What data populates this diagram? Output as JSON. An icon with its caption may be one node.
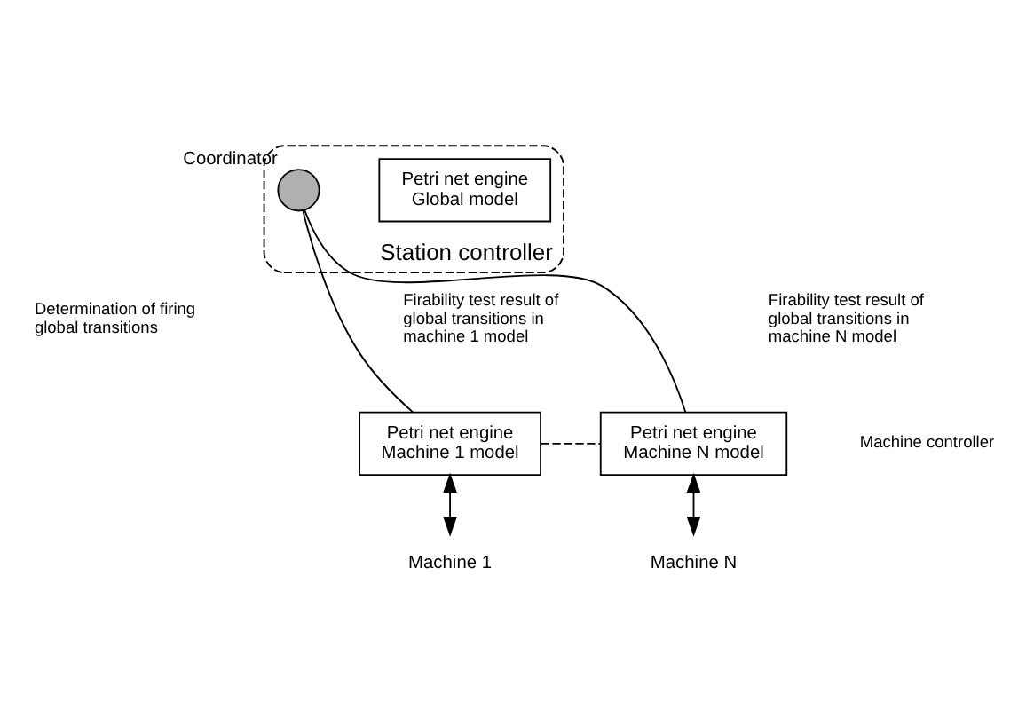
{
  "diagram": {
    "nodes": [
      {
        "text": [
          "Station controller"
        ]
      },
      {
        "text": [
          "Petri net engine",
          "Global model"
        ],
        "in": 0
      },
      {
        "text": [],
        "shape": "circle",
        "beside": [
          "Coordinator"
        ],
        "in": 0
      },
      {
        "text": [
          "Petri net engine",
          "Machine 1 model"
        ]
      },
      {
        "text": [
          "Petri net engine",
          "Machine N model"
        ]
      },
      {
        "text": [
          "Machine 1"
        ]
      },
      {
        "text": [
          "Machine N"
        ]
      }
    ],
    "edges": [
      {
        "from": 2,
        "to": 3,
        "arrow": "none"
      },
      {
        "from": 2,
        "to": 4,
        "arrow": "none"
      },
      {
        "from": 3,
        "to": 4,
        "arrow": "none",
        "style": "dashed"
      },
      {
        "from": 3,
        "to": 5,
        "arrow": "both"
      },
      {
        "from": 4,
        "to": 6,
        "arrow": "both"
      }
    ],
    "labels": [
      "Determination of firing global transitions",
      "Firability test result of global transitions in machine 1 model",
      "Firability test result of global transitions in machine N model",
      "Machine controller"
    ]
  }
}
